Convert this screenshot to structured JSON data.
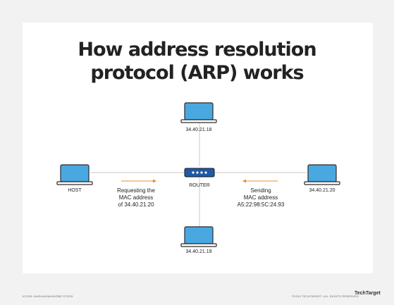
{
  "title": {
    "line1": "How address resolution",
    "line2": "protocol (ARP) works"
  },
  "nodes": {
    "top": "34.40.21.18",
    "host": "HOST",
    "router": "ROUTER",
    "right": "34.40.21.20",
    "bottom": "34.40.21.19"
  },
  "messages": {
    "request": [
      "Requesting the",
      "MAC address",
      "of 34.40.21.20"
    ],
    "reply": [
      "Sending",
      "MAC address",
      "A5:22:98:5C:24:93"
    ]
  },
  "colors": {
    "laptop_fill": "#4aa8e0",
    "laptop_stroke": "#2a2a2a",
    "line": "#c8c8c8",
    "arrow": "#f08a24",
    "router": "#1e5aa8"
  },
  "footer": {
    "credit": "ICONS: MASLAKHA/ADOBE STOCK",
    "copyright": "©2019 TECHTARGET. ALL RIGHTS RESERVED",
    "brand": "TechTarget"
  }
}
